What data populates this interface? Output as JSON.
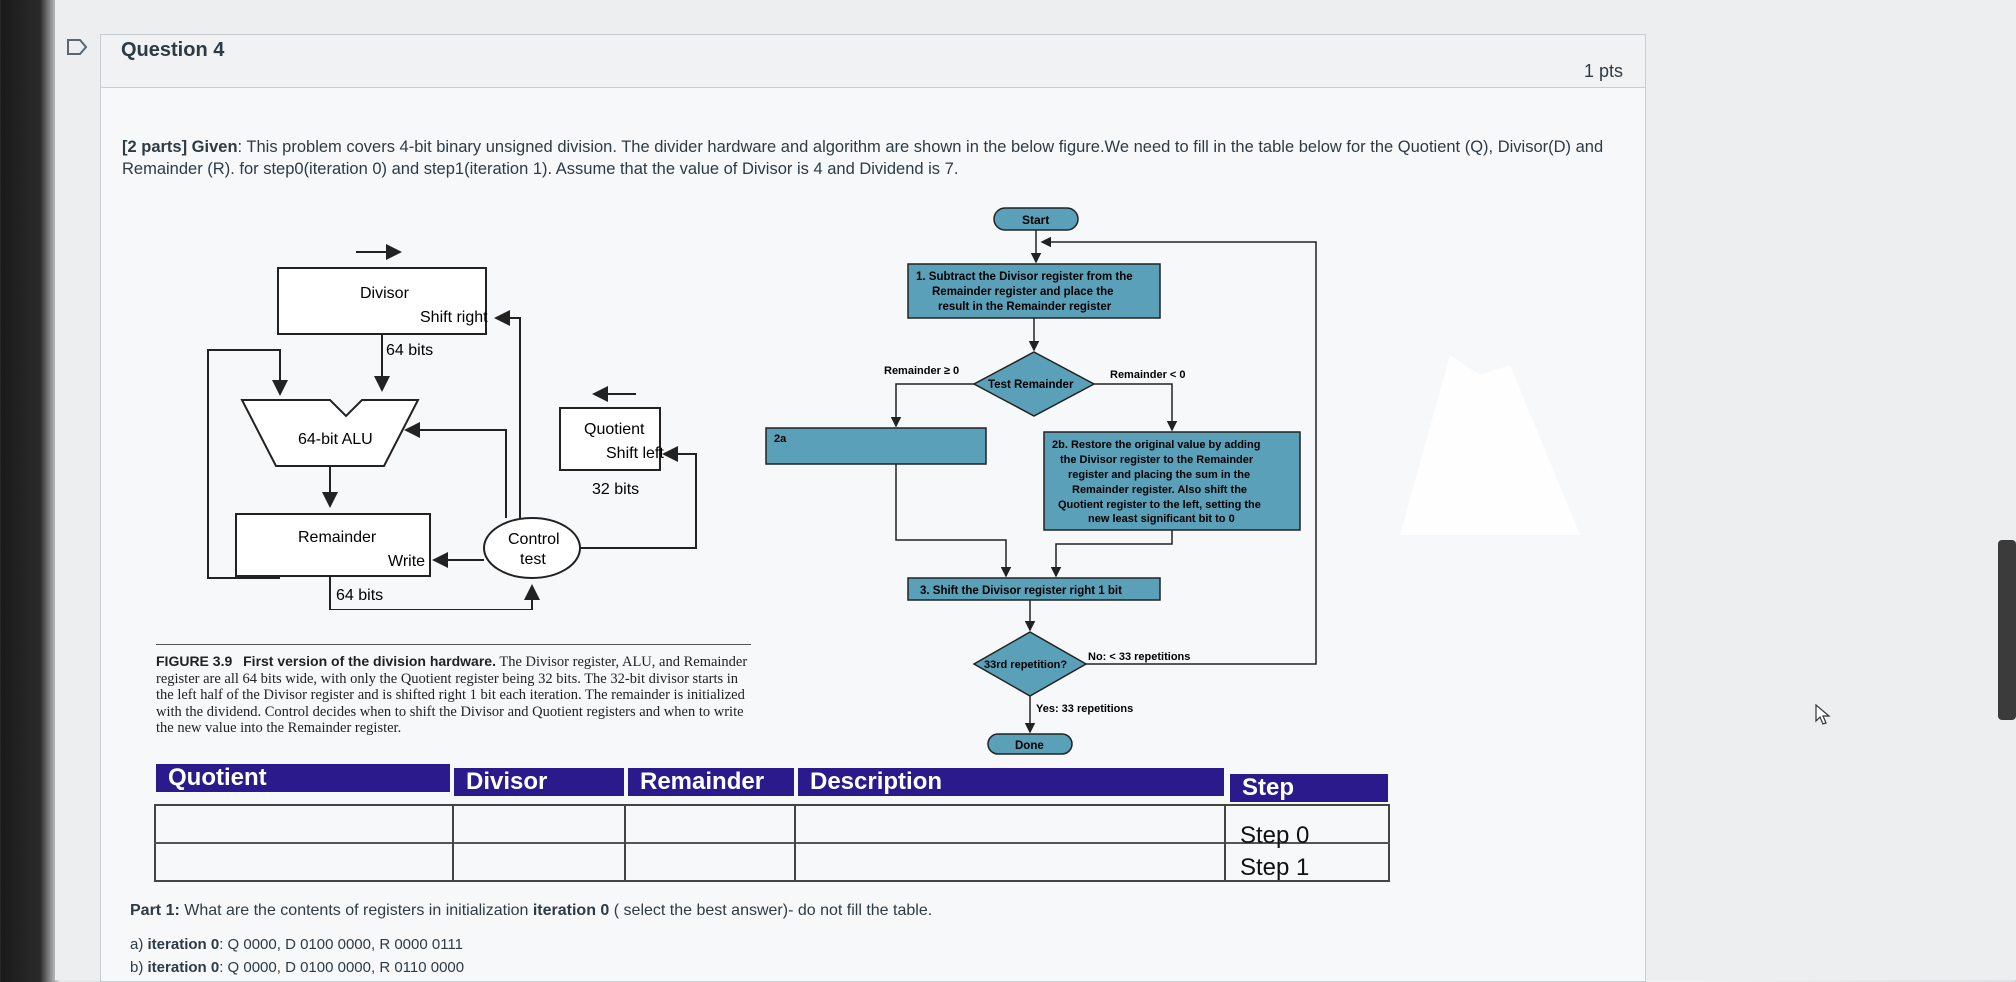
{
  "question": {
    "title": "Question 4",
    "points": "1 pts",
    "prompt_lead": "[2 parts] Given",
    "prompt_body": ": This problem covers 4-bit binary unsigned division. The divider hardware and algorithm are shown in the below figure.We need to fill in the table below for the Quotient (Q), Divisor(D) and Remainder (R). for step0(iteration 0) and step1(iteration 1). Assume that the value of Divisor is 4 and Dividend is 7."
  },
  "hardware": {
    "divisor": "Divisor",
    "shift_right": "Shift right",
    "bits64_a": "64 bits",
    "alu": "64-bit ALU",
    "quotient": "Quotient",
    "shift_left": "Shift left",
    "bits32": "32 bits",
    "remainder": "Remainder",
    "write": "Write",
    "control": "Control",
    "test": "test",
    "bits64_b": "64 bits"
  },
  "caption": {
    "figure": "FIGURE 3.9",
    "title": "First version of the division hardware.",
    "text": " The Divisor register, ALU, and Remainder register are all 64 bits wide, with only the Quotient register being 32 bits. The 32-bit divisor starts in the left half of the Divisor register and is shifted right 1 bit each iteration. The remainder is initialized with the dividend. Control decides when to shift the Divisor and Quotient registers and when to write the new value into the Remainder register."
  },
  "flowchart": {
    "start": "Start",
    "step1_l1": "1. Subtract the Divisor register from the",
    "step1_l2": "Remainder register and place the",
    "step1_l3": "result in the Remainder register",
    "rem_ge": "Remainder ≥ 0",
    "rem_lt": "Remainder < 0",
    "test": "Test Remainder",
    "step2a": "2a",
    "step2b_l1": "2b. Restore the original value by adding",
    "step2b_l2": "the Divisor register to the Remainder",
    "step2b_l3": "register and placing the sum in the",
    "step2b_l4": "Remainder register. Also shift the",
    "step2b_l5": "Quotient register to the left, setting the",
    "step2b_l6": "new least significant bit to 0",
    "step3": "3. Shift the Divisor register right 1 bit",
    "rep_q": "33rd repetition?",
    "no": "No: < 33 repetitions",
    "yes": "Yes: 33 repetitions",
    "done": "Done"
  },
  "table": {
    "headers": [
      "Quotient",
      "Divisor",
      "Remainder",
      "Description",
      "Step"
    ],
    "rows": [
      {
        "step": "Step 0"
      },
      {
        "step": "Step 1"
      }
    ]
  },
  "part1": {
    "lead": "Part 1:",
    "text": " What are the contents of registers in initialization ",
    "iter": "iteration 0",
    "tail": " ( select the best answer)- do not fill the table."
  },
  "options": [
    {
      "label": "a) ",
      "iter": "iteration 0",
      "text": ": Q 0000, D 0100 0000, R 0000 0111"
    },
    {
      "label": "b) ",
      "iter": "iteration 0",
      "text": ": Q 0000, D 0100 0000, R 0110 0000"
    }
  ],
  "colors": {
    "header_bg": "#2a1a8c",
    "flow_fill": "#5aa0b8"
  }
}
